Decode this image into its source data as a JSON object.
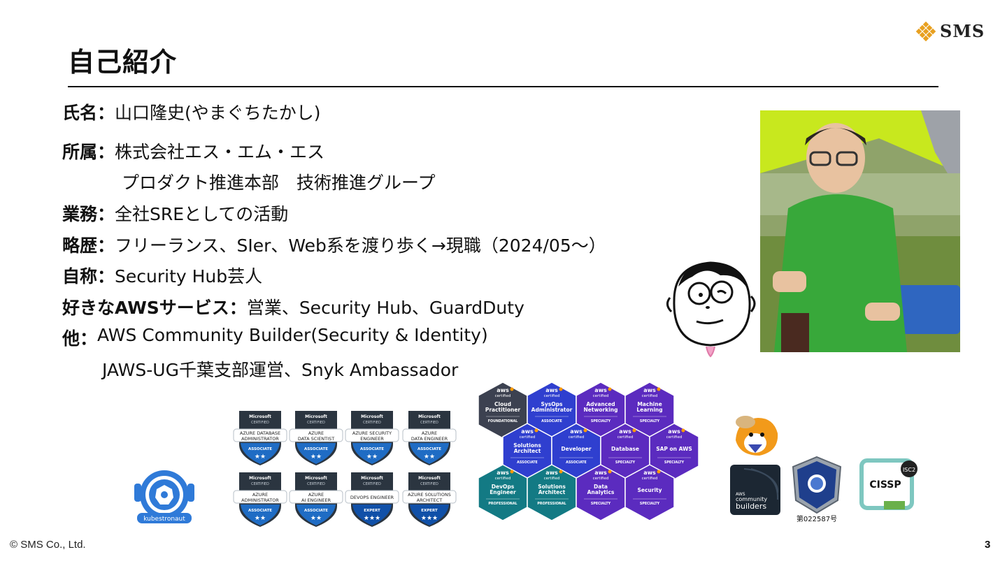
{
  "brand": {
    "logo_text": "SMS",
    "logo_color": "#e8a020"
  },
  "slide": {
    "title": "自己紹介",
    "page_number": "3",
    "footer": "© SMS Co., Ltd."
  },
  "profile": {
    "name_key": "氏名：",
    "name_val": "山口隆史(やまぐちたかし)",
    "org_key": "所属：",
    "org_val1": "株式会社エス・エム・エス",
    "org_val2": "プロダクト推進本部　技術推進グループ",
    "job_key": "業務：",
    "job_val": "全社SREとしての活動",
    "career_key": "略歴：",
    "career_val": "フリーランス、SIer、Web系を渡り歩く→現職（2024/05～）",
    "nick_key": "自称：",
    "nick_val": "Security Hub芸人",
    "fav_key": "好きなAWSサービス：",
    "fav_val": "営業、Security Hub、GuardDuty",
    "other_key": "他：",
    "other_val1": "AWS Community Builder(Security & Identity)",
    "other_val2": "JAWS-UG千葉支部運営、Snyk Ambassador"
  },
  "badges": {
    "kube": {
      "label": "kubestronaut"
    },
    "microsoft": [
      {
        "top": "Microsoft",
        "sub": "CERTIFIED",
        "name1": "AZURE DATABASE",
        "name2": "ADMINISTRATOR",
        "level": "ASSOCIATE",
        "stars": "★★",
        "color": "#1f6cc4"
      },
      {
        "top": "Microsoft",
        "sub": "CERTIFIED",
        "name1": "AZURE",
        "name2": "DATA SCIENTIST",
        "level": "ASSOCIATE",
        "stars": "★★",
        "color": "#1f6cc4"
      },
      {
        "top": "Microsoft",
        "sub": "CERTIFIED",
        "name1": "AZURE SECURITY",
        "name2": "ENGINEER",
        "level": "ASSOCIATE",
        "stars": "★★",
        "color": "#1f6cc4"
      },
      {
        "top": "Microsoft",
        "sub": "CERTIFIED",
        "name1": "AZURE",
        "name2": "DATA ENGINEER",
        "level": "ASSOCIATE",
        "stars": "★★",
        "color": "#1f6cc4"
      },
      {
        "top": "Microsoft",
        "sub": "CERTIFIED",
        "name1": "AZURE",
        "name2": "ADMINISTRATOR",
        "level": "ASSOCIATE",
        "stars": "★★",
        "color": "#1f6cc4"
      },
      {
        "top": "Microsoft",
        "sub": "CERTIFIED",
        "name1": "AZURE",
        "name2": "AI ENGINEER",
        "level": "ASSOCIATE",
        "stars": "★★",
        "color": "#1f6cc4"
      },
      {
        "top": "Microsoft",
        "sub": "CERTIFIED",
        "name1": "DEVOPS ENGINEER",
        "name2": "",
        "level": "EXPERT",
        "stars": "★★★",
        "color": "#1050a8"
      },
      {
        "top": "Microsoft",
        "sub": "CERTIFIED",
        "name1": "AZURE SOLUTIONS",
        "name2": "ARCHITECT",
        "level": "EXPERT",
        "stars": "★★★",
        "color": "#1050a8"
      }
    ],
    "aws": [
      {
        "brand": "aws",
        "cert": "certified",
        "name1": "Cloud",
        "name2": "Practitioner",
        "level": "FOUNDATIONAL",
        "color": "#3c4150"
      },
      {
        "brand": "aws",
        "cert": "certified",
        "name1": "SysOps",
        "name2": "Administrator",
        "level": "ASSOCIATE",
        "color": "#2f3fcf"
      },
      {
        "brand": "aws",
        "cert": "certified",
        "name1": "Advanced",
        "name2": "Networking",
        "level": "SPECIALTY",
        "color": "#5b2bbf"
      },
      {
        "brand": "aws",
        "cert": "certified",
        "name1": "Machine",
        "name2": "Learning",
        "level": "SPECIALTY",
        "color": "#5b2bbf"
      },
      {
        "brand": "aws",
        "cert": "certified",
        "name1": "Solutions",
        "name2": "Architect",
        "level": "ASSOCIATE",
        "color": "#2f3fcf"
      },
      {
        "brand": "aws",
        "cert": "certified",
        "name1": "Developer",
        "name2": "",
        "level": "ASSOCIATE",
        "color": "#2f3fcf"
      },
      {
        "brand": "aws",
        "cert": "certified",
        "name1": "Database",
        "name2": "",
        "level": "SPECIALTY",
        "color": "#5b2bbf"
      },
      {
        "brand": "aws",
        "cert": "certified",
        "name1": "SAP on AWS",
        "name2": "",
        "level": "SPECIALTY",
        "color": "#5b2bbf"
      },
      {
        "brand": "aws",
        "cert": "certified",
        "name1": "DevOps",
        "name2": "Engineer",
        "level": "PROFESSIONAL",
        "color": "#137a84"
      },
      {
        "brand": "aws",
        "cert": "certified",
        "name1": "Solutions",
        "name2": "Architect",
        "level": "PROFESSIONAL",
        "color": "#137a84"
      },
      {
        "brand": "aws",
        "cert": "certified",
        "name1": "Data",
        "name2": "Analytics",
        "level": "SPECIALTY",
        "color": "#5b2bbf"
      },
      {
        "brand": "aws",
        "cert": "certified",
        "name1": "Security",
        "name2": "",
        "level": "SPECIALTY",
        "color": "#5b2bbf"
      }
    ],
    "community": {
      "line1": "AWS",
      "line2": "community",
      "line3": "builders"
    },
    "riss": {
      "number": "第022587号"
    },
    "cissp": {
      "label": "CISSP",
      "org": "ISC2"
    }
  }
}
